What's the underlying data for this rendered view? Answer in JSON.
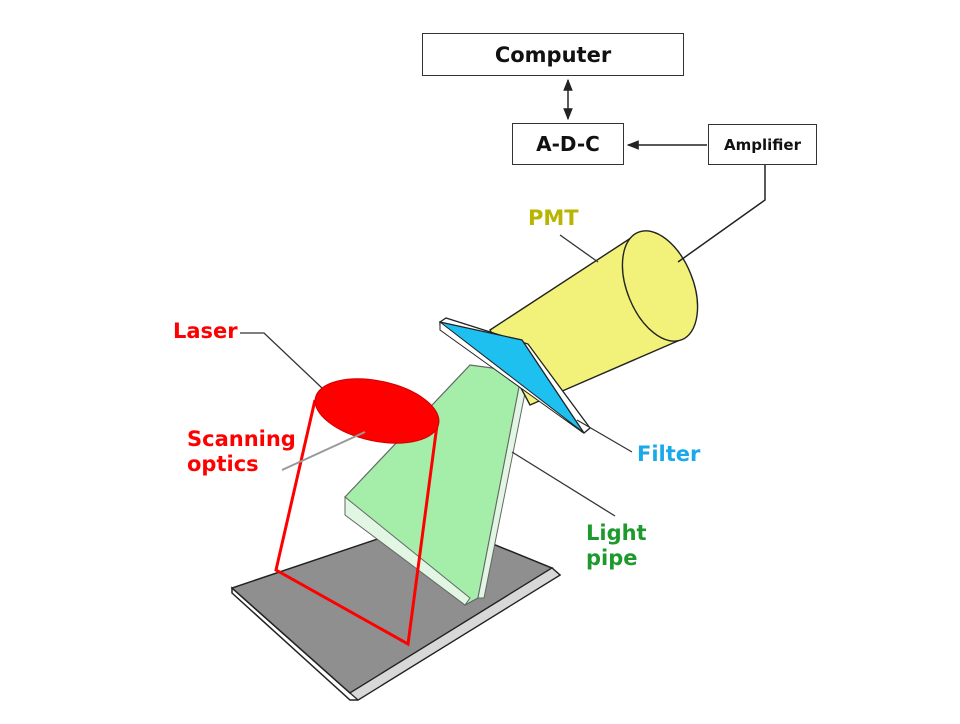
{
  "boxes": {
    "computer": "Computer",
    "adc": "A-D-C",
    "amplifier": "Amplifier"
  },
  "labels": {
    "pmt": "PMT",
    "laser": "Laser",
    "scanning_optics": "Scanning\noptics",
    "filter": "Filter",
    "light_pipe": "Light\npipe"
  },
  "colors": {
    "laser": "#ff0000",
    "pmt_body": "#f2f27a",
    "pmt_label": "#b8b400",
    "filter": "#1ec0f0",
    "filter_label": "#1aa9e8",
    "light_pipe": "#a4eeaa",
    "light_pipe_label": "#1e9a2c",
    "plate": "#8f8f8f"
  }
}
